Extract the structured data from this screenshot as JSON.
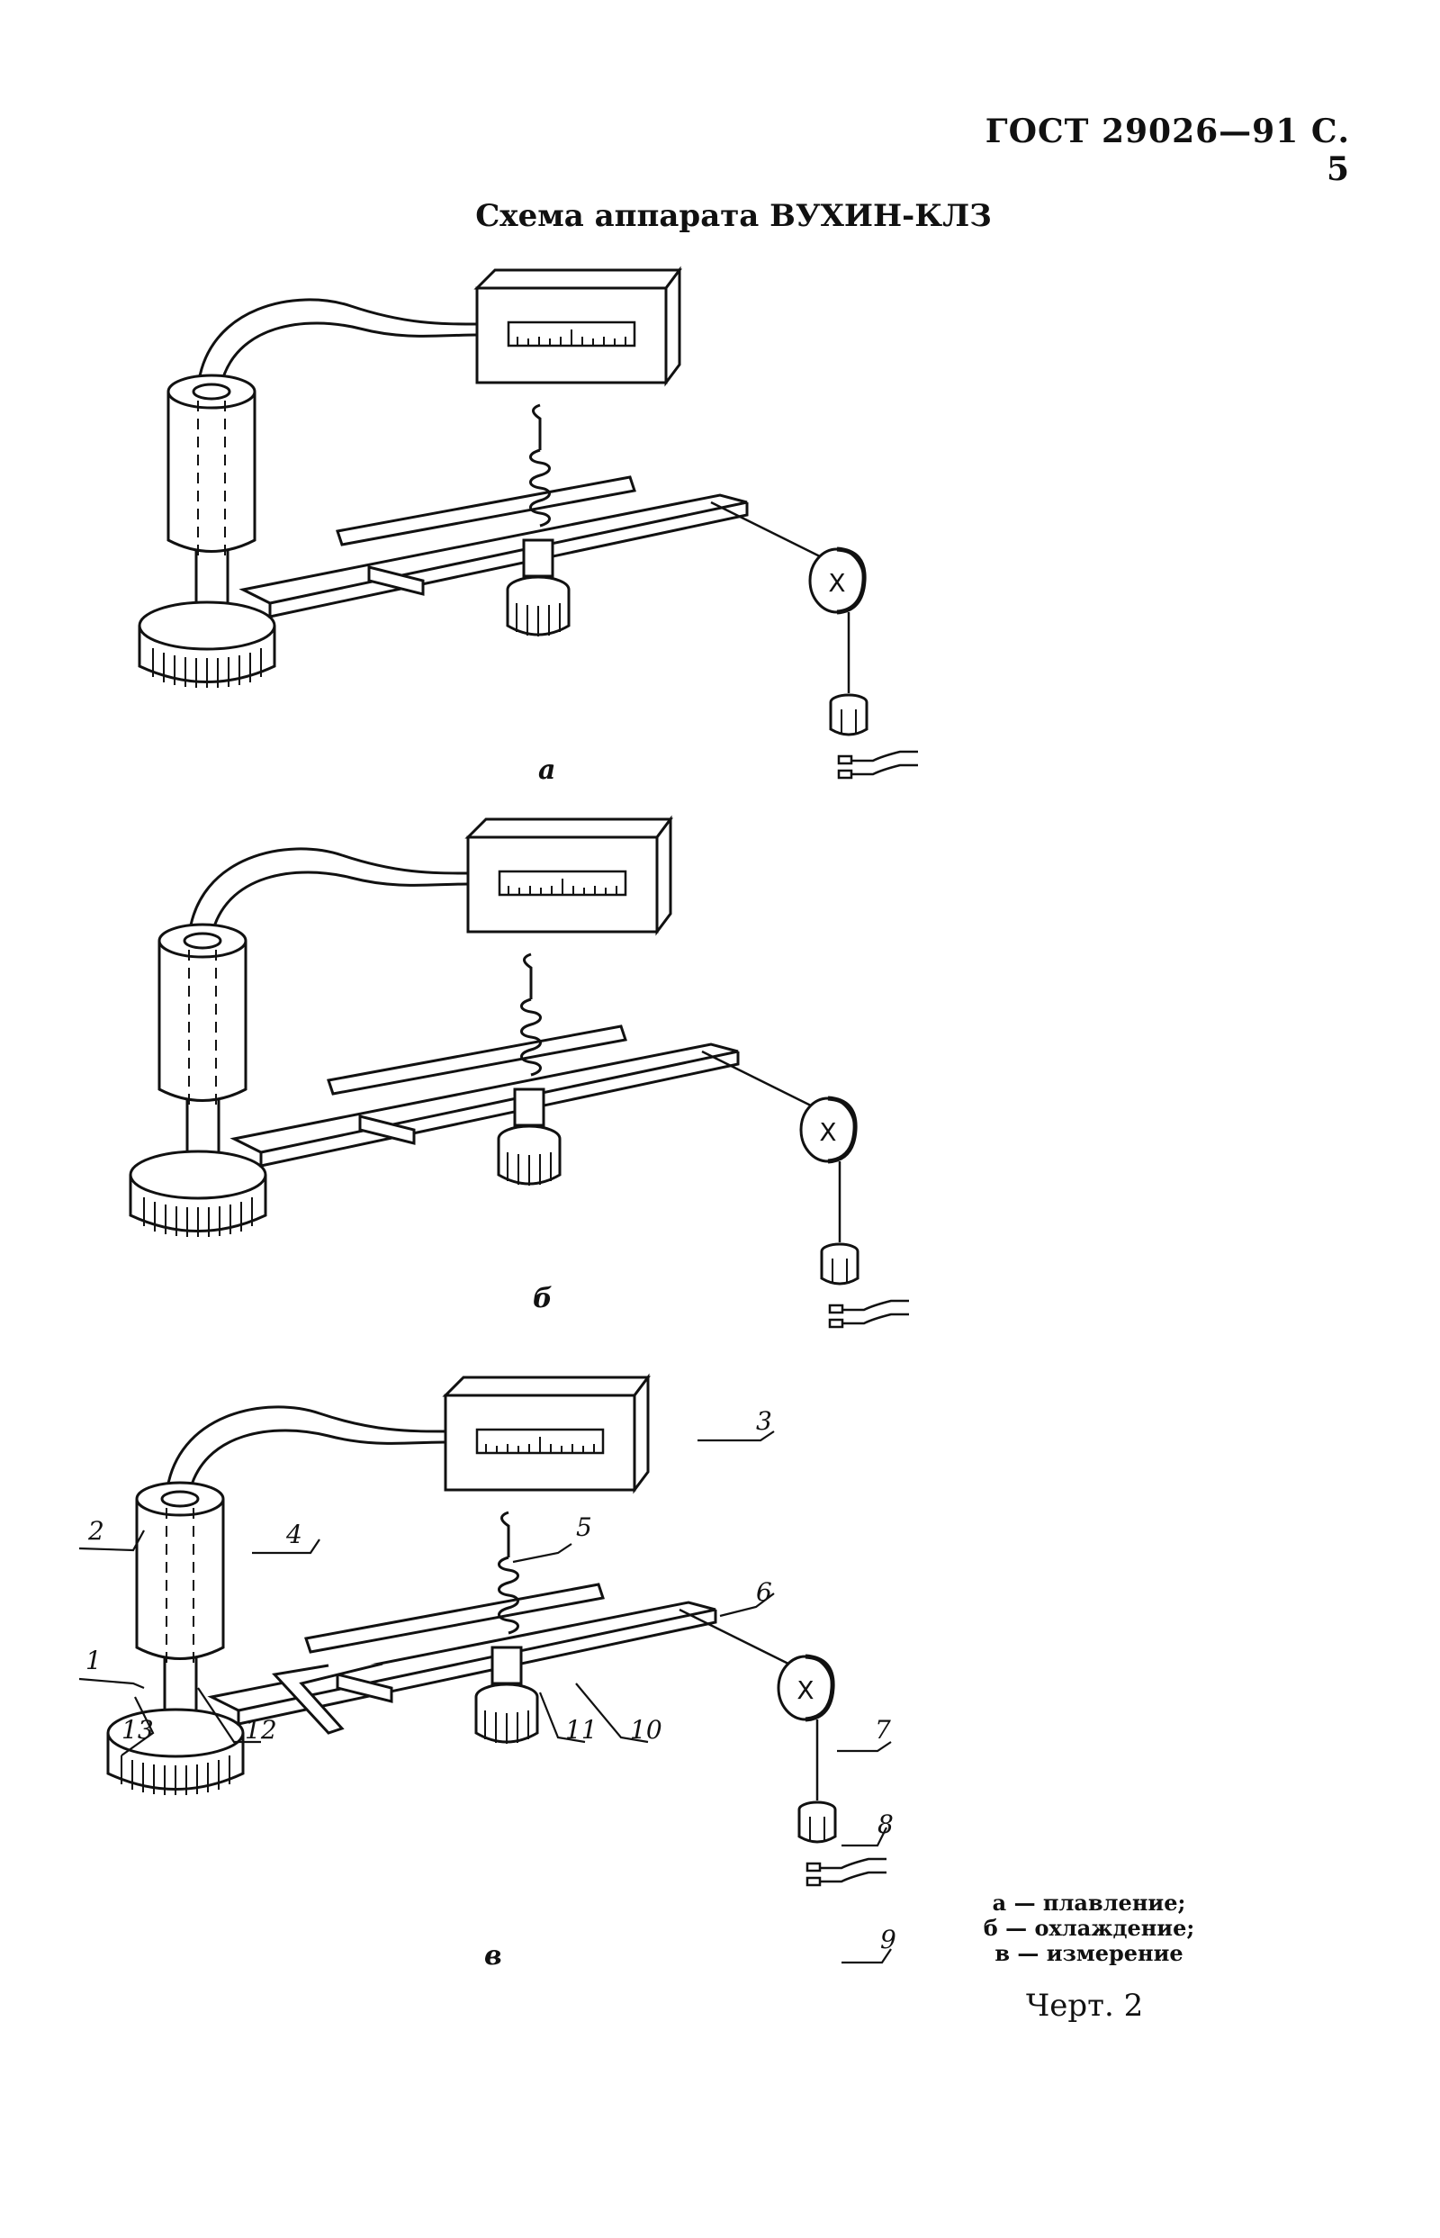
{
  "header": "ГОСТ 29026—91 С. 5",
  "title": "Схема аппарата ВУХИН-КЛЗ",
  "subfigures": [
    {
      "label": "а"
    },
    {
      "label": "б"
    },
    {
      "label": "в"
    }
  ],
  "callouts": [
    "1",
    "2",
    "3",
    "4",
    "5",
    "6",
    "7",
    "8",
    "9",
    "10",
    "11",
    "12",
    "13"
  ],
  "pulley_mark": "X",
  "legend": [
    "а — плавление;",
    "б — охлаждение;",
    "в — измерение"
  ],
  "caption": "Черт. 2"
}
